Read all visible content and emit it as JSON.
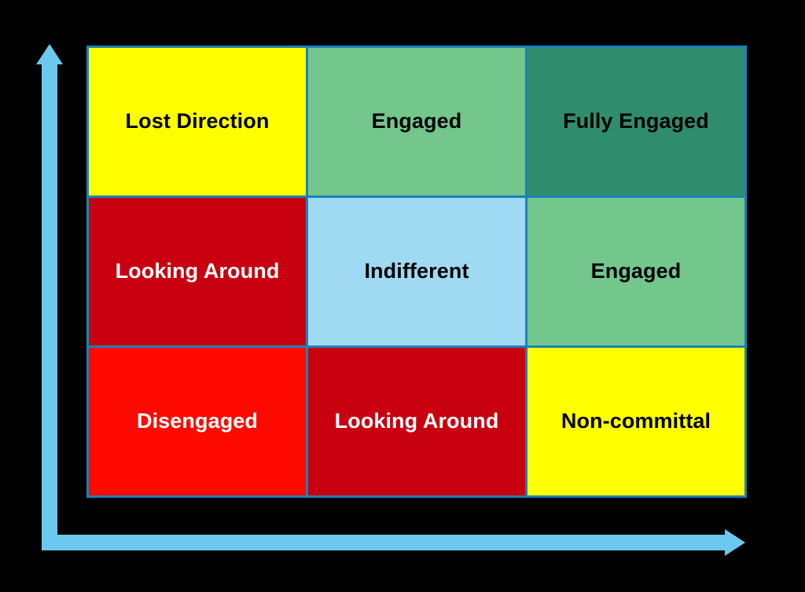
{
  "chart_data": {
    "type": "heatmap",
    "title": "",
    "xlabel": "",
    "ylabel": "",
    "grid": false,
    "legend": "none",
    "rows": 3,
    "columns": 3,
    "row_order": "top-to-bottom",
    "cells": [
      {
        "row": 0,
        "col": 0,
        "label": "Lost Direction",
        "fill": "#FFFF00",
        "text_color": "#000000"
      },
      {
        "row": 0,
        "col": 1,
        "label": "Engaged",
        "fill": "#73C68C",
        "text_color": "#000000"
      },
      {
        "row": 0,
        "col": 2,
        "label": "Fully Engaged",
        "fill": "#2F8D6E",
        "text_color": "#000000"
      },
      {
        "row": 1,
        "col": 0,
        "label": "Looking Around",
        "fill": "#C80010",
        "text_color": "#FFFFFF"
      },
      {
        "row": 1,
        "col": 1,
        "label": "Indifferent",
        "fill": "#9FD9F2",
        "text_color": "#000000"
      },
      {
        "row": 1,
        "col": 2,
        "label": "Engaged",
        "fill": "#73C68C",
        "text_color": "#000000"
      },
      {
        "row": 2,
        "col": 0,
        "label": "Disengaged",
        "fill": "#FF0A00",
        "text_color": "#FFFFFF"
      },
      {
        "row": 2,
        "col": 1,
        "label": "Looking Around",
        "fill": "#C80010",
        "text_color": "#FFFFFF"
      },
      {
        "row": 2,
        "col": 2,
        "label": "Non-committal",
        "fill": "#FFFF00",
        "text_color": "#000000"
      }
    ]
  },
  "matrix": {
    "border_color": "#1B82B8",
    "cells": [
      {
        "label": "Lost Direction"
      },
      {
        "label": "Engaged"
      },
      {
        "label": "Fully Engaged"
      },
      {
        "label": "Looking Around"
      },
      {
        "label": "Indifferent"
      },
      {
        "label": "Engaged"
      },
      {
        "label": "Disengaged"
      },
      {
        "label": "Looking Around"
      },
      {
        "label": "Non-committal"
      }
    ]
  },
  "axes": {
    "color": "#6DC8F0",
    "y_axis_label": "",
    "x_axis_label": ""
  },
  "background": "#000000"
}
